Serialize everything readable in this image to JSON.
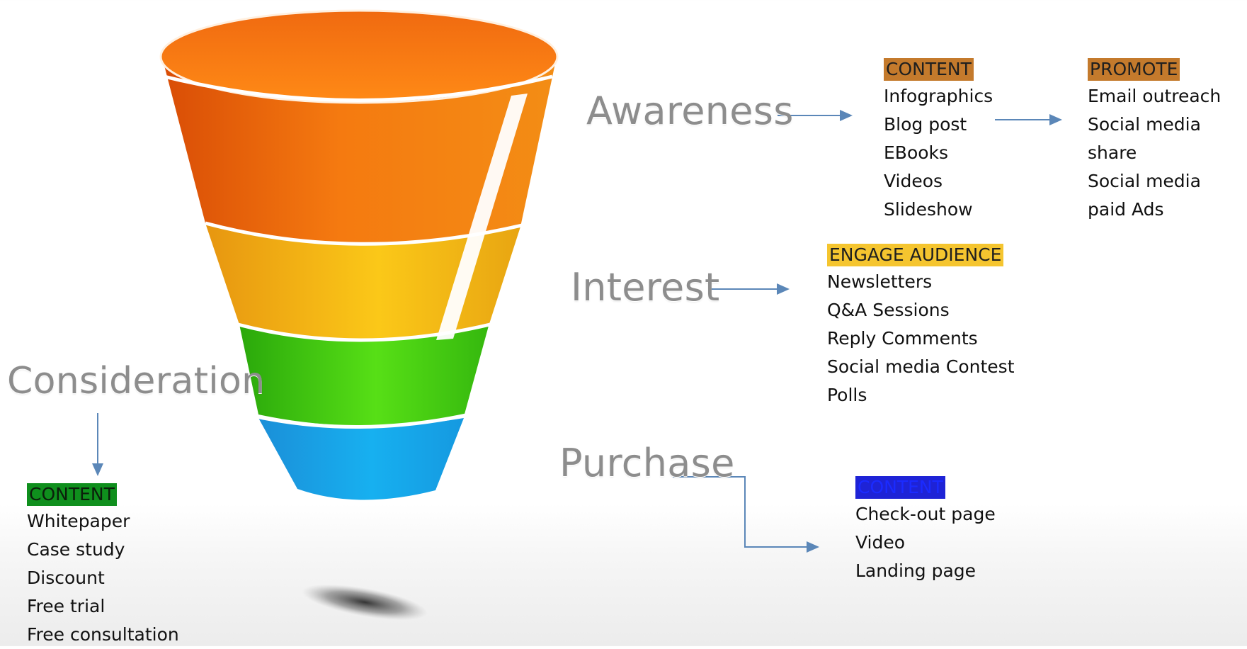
{
  "stages": {
    "awareness": {
      "title": "Awareness"
    },
    "interest": {
      "title": "Interest"
    },
    "consideration": {
      "title": "Consideration"
    },
    "purchase": {
      "title": "Purchase"
    }
  },
  "panels": {
    "awareness_content": {
      "header": "CONTENT",
      "items": [
        "Infographics",
        "Blog post",
        "EBooks",
        "Videos",
        "Slideshow"
      ]
    },
    "awareness_promote": {
      "header": "PROMOTE",
      "items": [
        "Email outreach",
        "Social media",
        "share",
        "Social media",
        "paid Ads"
      ]
    },
    "interest_engage": {
      "header": "ENGAGE AUDIENCE",
      "items": [
        "Newsletters",
        "Q&A Sessions",
        "Reply Comments",
        "Social media Contest",
        "Polls"
      ]
    },
    "consideration_content": {
      "header": "CONTENT",
      "items": [
        "Whitepaper",
        "Case study",
        "Discount",
        "Free trial",
        "Free consultation"
      ]
    },
    "purchase_content": {
      "header": "CONTENT",
      "items": [
        "Check-out page",
        "Video",
        "Landing page"
      ]
    }
  },
  "colors": {
    "awareness_band": "#f07a10",
    "interest_band": "#f5b21b",
    "consideration_band": "#3fcf15",
    "purchase_band": "#1ba8e8",
    "header_brown": "#c47a2c",
    "header_gold": "#f5c52f",
    "header_green": "#0f8f1d",
    "header_blue": "#1e23d6",
    "connector_arrow": "#5b87b8",
    "stage_title_gray": "#8d8d8d"
  }
}
